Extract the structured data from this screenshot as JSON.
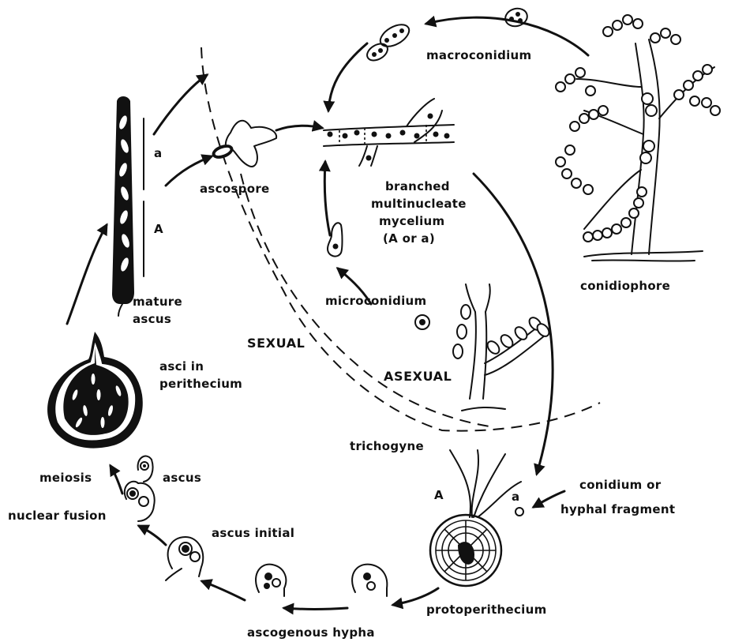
{
  "labels": {
    "macroconidium": "macroconidium",
    "conidiophore": "conidiophore",
    "ascospore": "ascospore",
    "mycelium_1": "branched",
    "mycelium_2": "multinucleate",
    "mycelium_3": "mycelium",
    "mycelium_4": "(A or a)",
    "microconidium": "microconidium",
    "sexual": "SEXUAL",
    "asexual": "ASEXUAL",
    "mature_ascus_1": "mature",
    "mature_ascus_2": "ascus",
    "mating_a_lower": "a",
    "mating_A_upper": "A",
    "asci_1": "asci in",
    "asci_2": "perithecium",
    "trichogyne": "trichogyne",
    "conidium_1": "conidium or",
    "conidium_2": "hyphal fragment",
    "proto_A": "A",
    "proto_a": "a",
    "meiosis": "meiosis",
    "ascus": "ascus",
    "nuclear_fusion": "nuclear fusion",
    "ascus_initial": "ascus initial",
    "protoperithecium": "protoperithecium",
    "ascogenous_hypha": "ascogenous hypha"
  },
  "colors": {
    "ink": "#111111",
    "paper": "#ffffff"
  }
}
